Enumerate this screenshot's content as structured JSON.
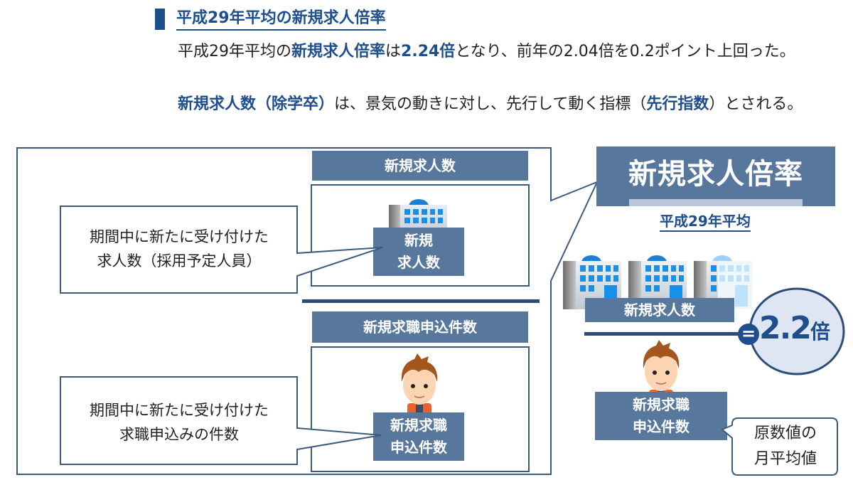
{
  "heading": {
    "title": "平成29年平均の新規求人倍率"
  },
  "paragraphs": {
    "p1": {
      "s1": "　平成29年平均の",
      "b1": "新規求人倍率",
      "s2": "は",
      "b2": "2.24倍",
      "s3": "となり、前年の2.04倍を0.2ポイント上回った。"
    },
    "p2": {
      "b1": "　新規求人数（除学卒）",
      "s1": "は、景気の動きに対し、先行して動く指標（",
      "b2": "先行指数",
      "s2": "）とされる。"
    }
  },
  "left_panel": {
    "job_offers": {
      "header": "新規求人数",
      "icon_label_line1": "新規",
      "icon_label_line2": "求人数",
      "callout_line1": "期間中に新たに受け付けた",
      "callout_line2": "求人数（採用予定人員）"
    },
    "applications": {
      "header": "新規求職申込件数",
      "icon_label_line1": "新規求職",
      "icon_label_line2": "申込件数",
      "callout_line1": "期間中に新たに受け付けた",
      "callout_line2": "求職申込みの件数"
    }
  },
  "right_panel": {
    "title": "新規求人倍率",
    "subtitle": "平成29年平均",
    "numerator_label": "新規求人数",
    "denominator_label_line1": "新規求職",
    "denominator_label_line2": "申込件数",
    "equals_symbol": "=",
    "result_value": "2.2",
    "result_unit": "倍",
    "note_line1": "原数値の",
    "note_line2": "月平均値"
  },
  "colors": {
    "accent_navy": "#1f4e8c",
    "label_blue": "#58779c",
    "frame_border": "#3c5a80",
    "result_circle_fill": "#dde6f2"
  }
}
